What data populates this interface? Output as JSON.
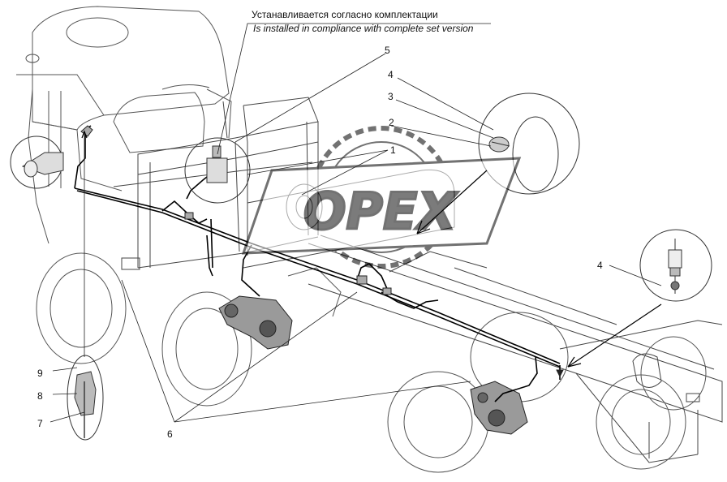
{
  "notes": {
    "ru": "Устанавливается согласно комплектации",
    "en": "Is installed in compliance with complete set version"
  },
  "callouts": [
    {
      "id": "c5",
      "label": "5"
    },
    {
      "id": "c4a",
      "label": "4"
    },
    {
      "id": "c3",
      "label": "3"
    },
    {
      "id": "c2",
      "label": "2"
    },
    {
      "id": "c1",
      "label": "1"
    },
    {
      "id": "c4b",
      "label": "4"
    },
    {
      "id": "c9",
      "label": "9"
    },
    {
      "id": "c8",
      "label": "8"
    },
    {
      "id": "c7",
      "label": "7"
    },
    {
      "id": "c6",
      "label": "6"
    }
  ],
  "watermark": {
    "text": "OPEX"
  },
  "colors": {
    "line": "#1a1a1a",
    "detail": "#555555",
    "wire": "#000000",
    "watermark": "#000000"
  }
}
